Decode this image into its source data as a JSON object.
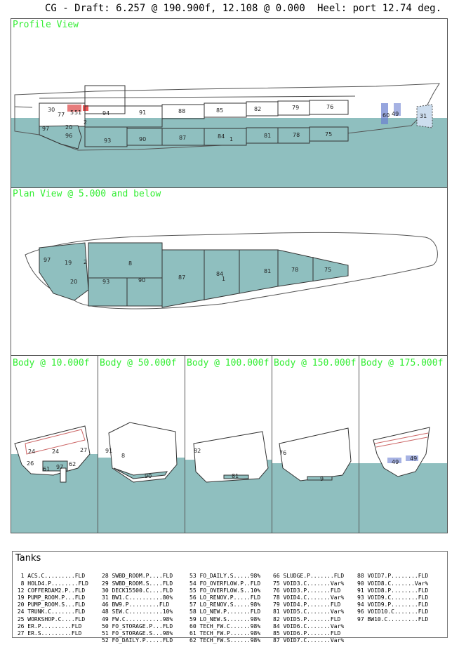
{
  "header": {
    "cg_text": "CG - Draft: 6.257 @ 190.900f, 12.108 @ 0.000",
    "heel_text": "Heel: port 12.74 deg."
  },
  "colors": {
    "water": "#8fbfbf",
    "label": "#33ee33",
    "tank": "#8fbfbf",
    "outline": "#333333"
  },
  "profile": {
    "label": "Profile View",
    "tank_numbers": [
      "30",
      "77",
      "5",
      "51",
      "94",
      "91",
      "88",
      "85",
      "82",
      "79",
      "76",
      "97",
      "20",
      "96",
      "2",
      "93",
      "90",
      "87",
      "84",
      "1",
      "81",
      "78",
      "75",
      "60",
      "49",
      "31"
    ]
  },
  "plan": {
    "label": "Plan View @ 5.000 and below",
    "tank_numbers": [
      "97",
      "19",
      "2",
      "8",
      "20",
      "93",
      "90",
      "87",
      "84",
      "1",
      "81",
      "78",
      "75"
    ]
  },
  "bodies": [
    {
      "label": "Body @ 10.000f",
      "tank_numbers": [
        "27",
        "24",
        "26",
        "61",
        "97",
        "62"
      ]
    },
    {
      "label": "Body @ 50.000f",
      "tank_numbers": [
        "91",
        "8",
        "90"
      ]
    },
    {
      "label": "Body @ 100.000f",
      "tank_numbers": [
        "82",
        "81"
      ]
    },
    {
      "label": "Body @ 150.000f",
      "tank_numbers": [
        "76",
        "9"
      ]
    },
    {
      "label": "Body @ 175.000f",
      "tank_numbers": [
        "49",
        "49"
      ]
    }
  ],
  "tanks": {
    "title": "Tanks",
    "columns": [
      [
        "",
        "  1 ACS.C.........FLD",
        "  8 HOLD4.P........FLD",
        " 12 COFFERDAM2.P..FLD",
        " 19 PUMP_ROOM.P...FLD",
        " 20 PUMP_ROOM.S...FLD",
        " 24 TRUNK.C.......FLD",
        " 25 WORKSHOP.C....FLD",
        " 26 ER.P.........FLD",
        " 27 ER.S.........FLD"
      ],
      [
        "28 SWBD_ROOM.P....FLD",
        "29 SWBD_ROOM.S....FLD",
        "30 DECK15500.C....FLD",
        "31 BW1.C..........80%",
        "46 BW9.P.........FLD",
        "48 SEW.C..........10%",
        "49 FW.C...........98%",
        "50 FO_STORAGE.P...FLD",
        "51 FO_STORAGE.S...98%",
        "52 FO_DAILY.P.....FLD"
      ],
      [
        "53 FO_DAILY.S.....98%",
        "54 FO_OVERFLOW.P..FLD",
        "55 FO_OVERFLOW.S..10%",
        "56 LO_RENOV.P.....FLD",
        "57 LO_RENOV.S.....98%",
        "58 LO_NEW.P.......FLD",
        "59 LO_NEW.S.......98%",
        "60 TECH_FW.C......98%",
        "61 TECH_FW.P......98%",
        "62 TECH_FW.S......98%"
      ],
      [
        "66 SLUDGE.P.......FLD",
        "75 VOID3.C.......Var%",
        "76 VOID3.P.......FLD",
        "78 VOID4.C.......Var%",
        "79 VOID4.P.......FLD",
        "81 VOID5.C.......Var%",
        "82 VOID5.P.......FLD",
        "84 VOID6.C.......Var%",
        "85 VOID6.P.......FLD",
        "87 VOID7.C.......Var%"
      ],
      [
        "88 VOID7.P........FLD",
        "90 VOID8.C.......Var%",
        "91 VOID8.P........FLD",
        "93 VOID9.C........FLD",
        "94 VOID9.P........FLD",
        "96 VOID10.C.......FLD",
        "97 BW10.C.........FLD"
      ]
    ]
  }
}
